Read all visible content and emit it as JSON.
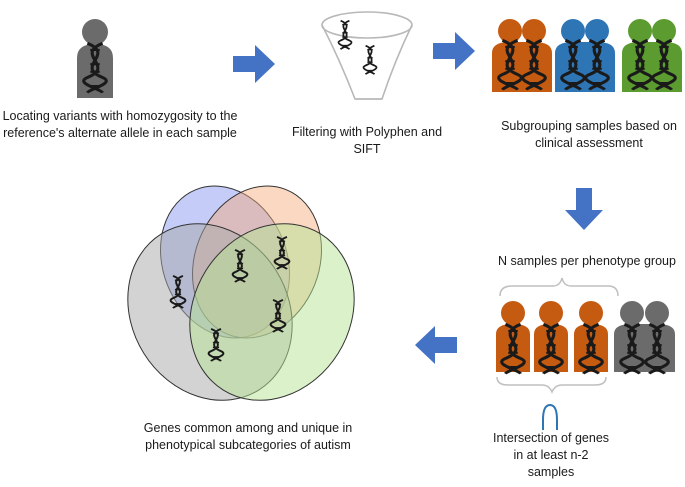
{
  "steps": {
    "locate": "Locating variants with homozygosity to the reference's alternate allele in each sample",
    "filter": "Filtering with Polyphen and SIFT",
    "subgroup": "Subgrouping samples based on clinical assessment",
    "per_group": "N samples per phenotype group",
    "intersection": "Intersection of genes in at least n-2 samples",
    "result": "Genes common among and unique in phenotypical subcategories of autism"
  },
  "colors": {
    "arrow": "#4472c4",
    "person_gray": "#6b6b6b",
    "person_orange": "#c55a11",
    "person_blue": "#2e75b6",
    "person_green": "#5b9b2f",
    "venn_blue": "#7f8ff0",
    "venn_orange": "#f5a878",
    "venn_gray": "#a8a8a8",
    "venn_green": "#b6e394"
  },
  "icons": {
    "dna": "dna-helix-icon",
    "person": "person-silhouette-icon",
    "funnel": "funnel-icon",
    "arrow": "block-arrow-icon",
    "intersection": "intersection-symbol-icon",
    "bracket": "brace-bracket-icon"
  }
}
